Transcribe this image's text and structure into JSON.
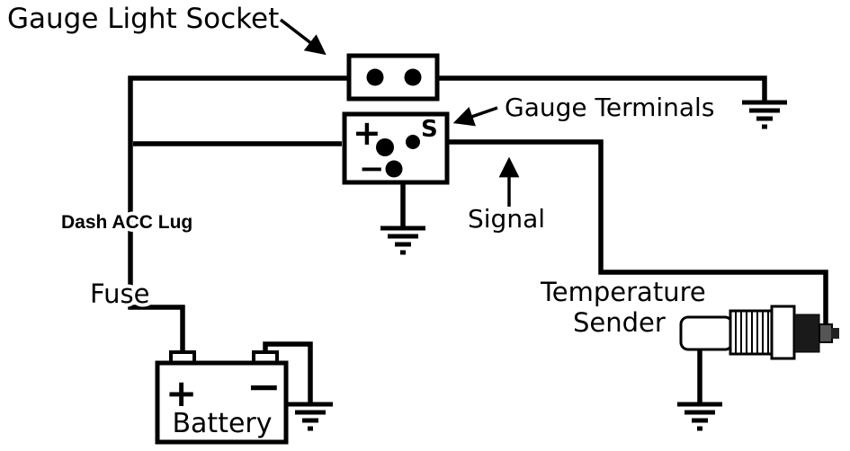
{
  "diagram": {
    "labels": {
      "gauge_light_socket": "Gauge Light Socket",
      "gauge_terminals": "Gauge Terminals",
      "signal": "Signal",
      "dash_acc_lug": "Dash ACC Lug",
      "fuse": "Fuse",
      "temperature_line1": "Temperature",
      "temperature_line2": "Sender",
      "battery": "Battery"
    },
    "gauge_terminals_box": {
      "plus": "+",
      "signal_terminal": "S",
      "minus": "−"
    },
    "battery_box": {
      "plus": "+",
      "minus": "−"
    },
    "colors": {
      "wire": "#000000",
      "background": "#ffffff",
      "sender_body_dark": "#1a1a1a",
      "sender_stud": "#555555"
    }
  }
}
